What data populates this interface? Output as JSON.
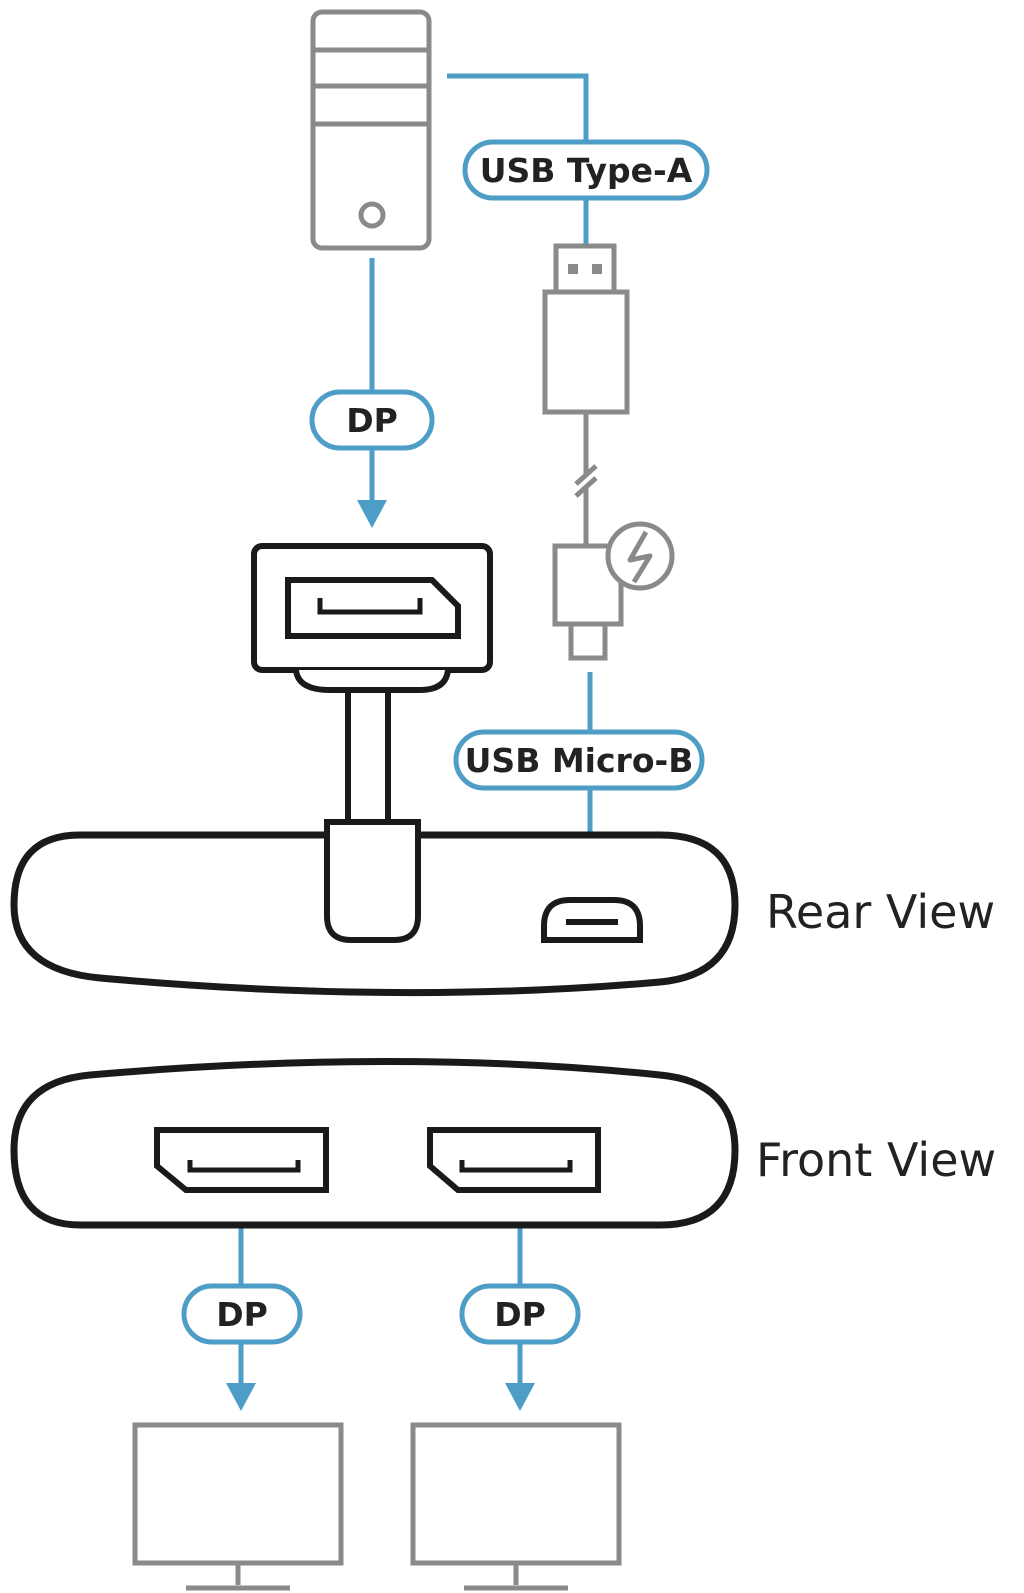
{
  "labels": {
    "usb_type_a": "USB Type-A",
    "dp_input": "DP",
    "usb_micro_b": "USB Micro-B",
    "rear_view": "Rear View",
    "front_view": "Front View",
    "dp_output_1": "DP",
    "dp_output_2": "DP"
  },
  "icons": {
    "computer": "computer-tower-icon",
    "usb_plug": "usb-type-a-plug-icon",
    "power": "lightning-icon",
    "micro_usb_plug": "usb-micro-b-plug-icon",
    "dp_plug": "displayport-plug-icon",
    "monitor": "monitor-icon"
  },
  "colors": {
    "connection_line": "#4d9dc6",
    "outline": "#1a1a1a",
    "light_outline": "#8a8a8a"
  }
}
